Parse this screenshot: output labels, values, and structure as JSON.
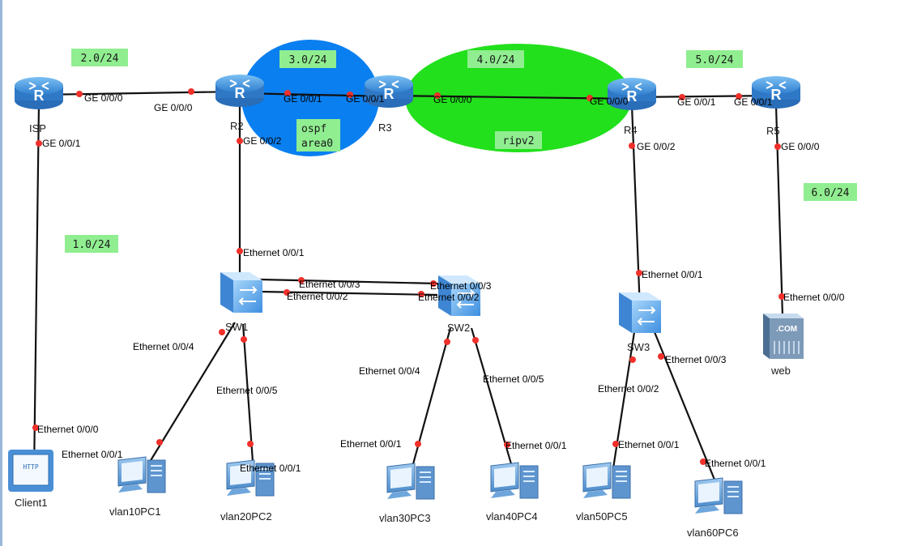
{
  "colors": {
    "ospf_area": "#0a7ff0",
    "rip_area": "#22e01c",
    "label_bg": "#90ee90",
    "link": "#111111",
    "port_dot": "#f0302a",
    "router": "#3b8fd8",
    "switch": "#56a7ee",
    "left_edge": "#9ab6d8"
  },
  "areas": {
    "ospf": {
      "line1": "ospf",
      "line2": "area0"
    },
    "rip": {
      "label": "ripv2"
    }
  },
  "networks": {
    "n2": "2.0/24",
    "n3": "3.0/24",
    "n4": "4.0/24",
    "n5": "5.0/24",
    "n6": "6.0/24",
    "n1": "1.0/24"
  },
  "devices": {
    "isp": {
      "name": "ISP",
      "icon": "router-icon"
    },
    "r2": {
      "name": "R2",
      "icon": "router-icon"
    },
    "r3": {
      "name": "R3",
      "icon": "router-icon"
    },
    "r4": {
      "name": "R4",
      "icon": "router-icon"
    },
    "r5": {
      "name": "R5",
      "icon": "router-icon"
    },
    "sw1": {
      "name": "SW1",
      "icon": "switch-icon"
    },
    "sw2": {
      "name": "SW2",
      "icon": "switch-icon"
    },
    "sw3": {
      "name": "SW3",
      "icon": "switch-icon"
    },
    "client1": {
      "name": "Client1",
      "icon": "http-client-icon",
      "badge": "HTTP"
    },
    "web": {
      "name": "web",
      "icon": "web-server-icon",
      "badge": ".COM"
    },
    "pc1": {
      "name": "vlan10PC1",
      "icon": "pc-icon"
    },
    "pc2": {
      "name": "vlan20PC2",
      "icon": "pc-icon"
    },
    "pc3": {
      "name": "vlan30PC3",
      "icon": "pc-icon"
    },
    "pc4": {
      "name": "vlan40PC4",
      "icon": "pc-icon"
    },
    "pc5": {
      "name": "vlan50PC5",
      "icon": "pc-icon"
    },
    "pc6": {
      "name": "vlan60PC6",
      "icon": "pc-icon"
    }
  },
  "ports": {
    "isp_ge000": "GE 0/0/0",
    "r2_ge000": "GE 0/0/0",
    "r2_ge001": "GE 0/0/1",
    "r3_ge001": "GE 0/0/1",
    "r3_ge000": "GE 0/0/0",
    "r4_ge000": "GE 0/0/0",
    "r4_ge001": "GE 0/0/1",
    "r5_ge001": "GE 0/0/1",
    "isp_ge001": "GE 0/0/1",
    "r2_ge002": "GE 0/0/2",
    "r4_ge002": "GE 0/0/2",
    "r5_ge000": "GE 0/0/0",
    "sw1_e001": "Ethernet 0/0/1",
    "sw1_e003": "Ethernet 0/0/3",
    "sw1_e002": "Ethernet 0/0/2",
    "sw2_e003": "Ethernet 0/0/3",
    "sw2_e002": "Ethernet 0/0/2",
    "sw3_e001": "Ethernet 0/0/1",
    "web_e000": "Ethernet 0/0/0",
    "sw1_e004": "Ethernet 0/0/4",
    "sw1_e005": "Ethernet 0/0/5",
    "sw2_e004": "Ethernet 0/0/4",
    "sw2_e005": "Ethernet 0/0/5",
    "sw3_e003": "Ethernet 0/0/3",
    "sw3_e002": "Ethernet 0/0/2",
    "client_e000": "Ethernet 0/0/0",
    "pc1_e001": "Ethernet 0/0/1",
    "pc2_e001": "Ethernet 0/0/1",
    "pc3_e001": "Ethernet 0/0/1",
    "pc4_e001": "Ethernet 0/0/1",
    "pc5_e001": "Ethernet 0/0/1",
    "pc6_e001": "Ethernet 0/0/1"
  }
}
